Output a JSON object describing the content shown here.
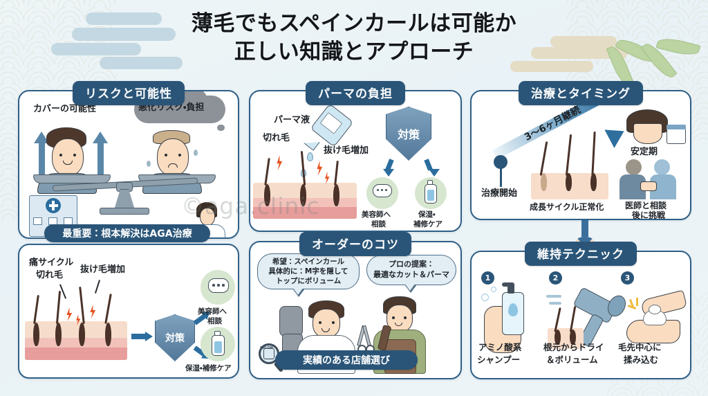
{
  "title": {
    "line1": "薄毛でもスペインカールは可能か",
    "line2": "正しい知識とアプローチ"
  },
  "watermark": "©aga.clinic",
  "colors": {
    "badge": "#2a5578",
    "panel_border": "#2f5f86",
    "background": "#eef5f7",
    "accent_arrow": "#2a6d9e",
    "skin": "#fadcc0",
    "shirt": "#7e9bb0"
  },
  "panels": {
    "risk": {
      "title": "リスクと可能性",
      "left_label": "カバーの可能性",
      "right_label": "悪化リスク・負担",
      "banner": "最重要：根本解決はAGA治療"
    },
    "cause": {
      "label_1": "痛サイクル",
      "label_2": "切れ毛",
      "label_3": "抜け毛増加",
      "shield": "対策",
      "out_1": "美容師へ",
      "out_1b": "相談",
      "out_2": "保湿・補修ケア"
    },
    "perm": {
      "title": "パーマの負担",
      "label_liquid": "パーマ液",
      "label_break": "切れ毛",
      "label_loss": "抜け毛増加",
      "shield": "対策",
      "out_1a": "美容師へ",
      "out_1b": "相談",
      "out_2a": "保湿・",
      "out_2b": "補修ケア"
    },
    "order": {
      "title": "オーダーのコツ",
      "bubble_left_1": "希望：スペインカール",
      "bubble_left_2": "具体的に：M字を隠して",
      "bubble_left_3": "トップにボリューム",
      "bubble_right_1": "プロの提案：",
      "bubble_right_2": "最適なカット＆パーマ",
      "banner": "実績のある店舗選び",
      "magnifier_label": "SALON"
    },
    "treat": {
      "title": "治療とタイミング",
      "arrow_label": "3〜6ヶ月継続",
      "start_label": "治療開始",
      "cycle_label": "成長サイクル正常化",
      "stable_label": "安定期",
      "consult_1": "医師と相談",
      "consult_2": "後に挑戦"
    },
    "keep": {
      "title": "維持テクニック",
      "steps": [
        {
          "num": "1",
          "line1": "アミノ酸系",
          "line2": "シャンプー",
          "icon": "shampoo-bottle-icon"
        },
        {
          "num": "2",
          "line1": "根元からドライ",
          "line2": "＆ボリューム",
          "icon": "hair-dryer-icon"
        },
        {
          "num": "3",
          "line1": "毛先中心に",
          "line2": "揉み込む",
          "icon": "hands-foam-icon"
        }
      ]
    }
  }
}
